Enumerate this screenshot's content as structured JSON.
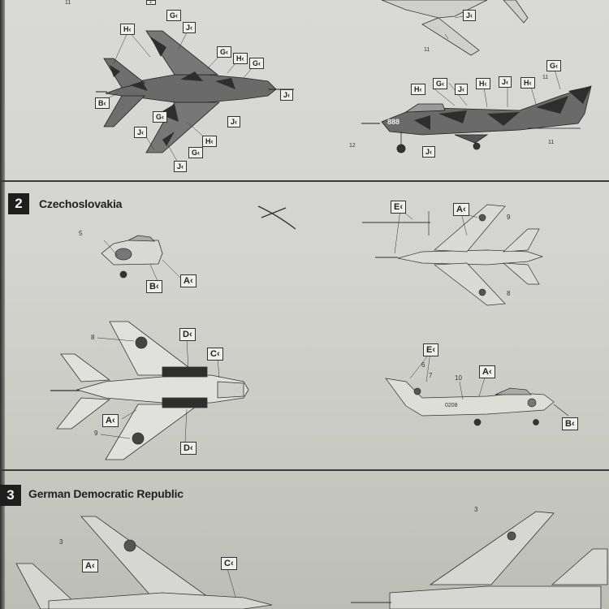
{
  "section2": {
    "number": "2",
    "title": "Czechoslovakia"
  },
  "section3": {
    "number": "3",
    "title": "German Democratic Republic"
  },
  "labels": {
    "s1_top": [
      "G",
      "J",
      "H",
      "J",
      "G",
      "H",
      "G",
      "J",
      "B",
      "G",
      "J",
      "J",
      "G",
      "J",
      "H"
    ],
    "s1_side": [
      "J",
      "G",
      "H",
      "G",
      "J",
      "H",
      "J",
      "H",
      "J"
    ],
    "s1_numbers": [
      "11",
      "11",
      "11",
      "12",
      "11"
    ],
    "s1_tail_code": "888",
    "s2_side_small": [
      "B",
      "A"
    ],
    "s2_side_small_num": "5",
    "s2_top_right": [
      "E",
      "A"
    ],
    "s2_top_right_nums": [
      "9",
      "8"
    ],
    "s2_top_left": [
      "D",
      "C",
      "A",
      "D"
    ],
    "s2_top_left_nums": [
      "8",
      "9"
    ],
    "s2_side_right": [
      "E",
      "A",
      "B"
    ],
    "s2_side_right_nums": [
      "6",
      "7",
      "10"
    ],
    "s2_side_code": "0208",
    "s3_labels": [
      "A",
      "C"
    ],
    "s3_nums": [
      "3",
      "3"
    ]
  },
  "colors": {
    "camo_dark": "#3c3c3c",
    "camo_mid": "#7d7d7d",
    "paper": "#d6d6d2"
  }
}
